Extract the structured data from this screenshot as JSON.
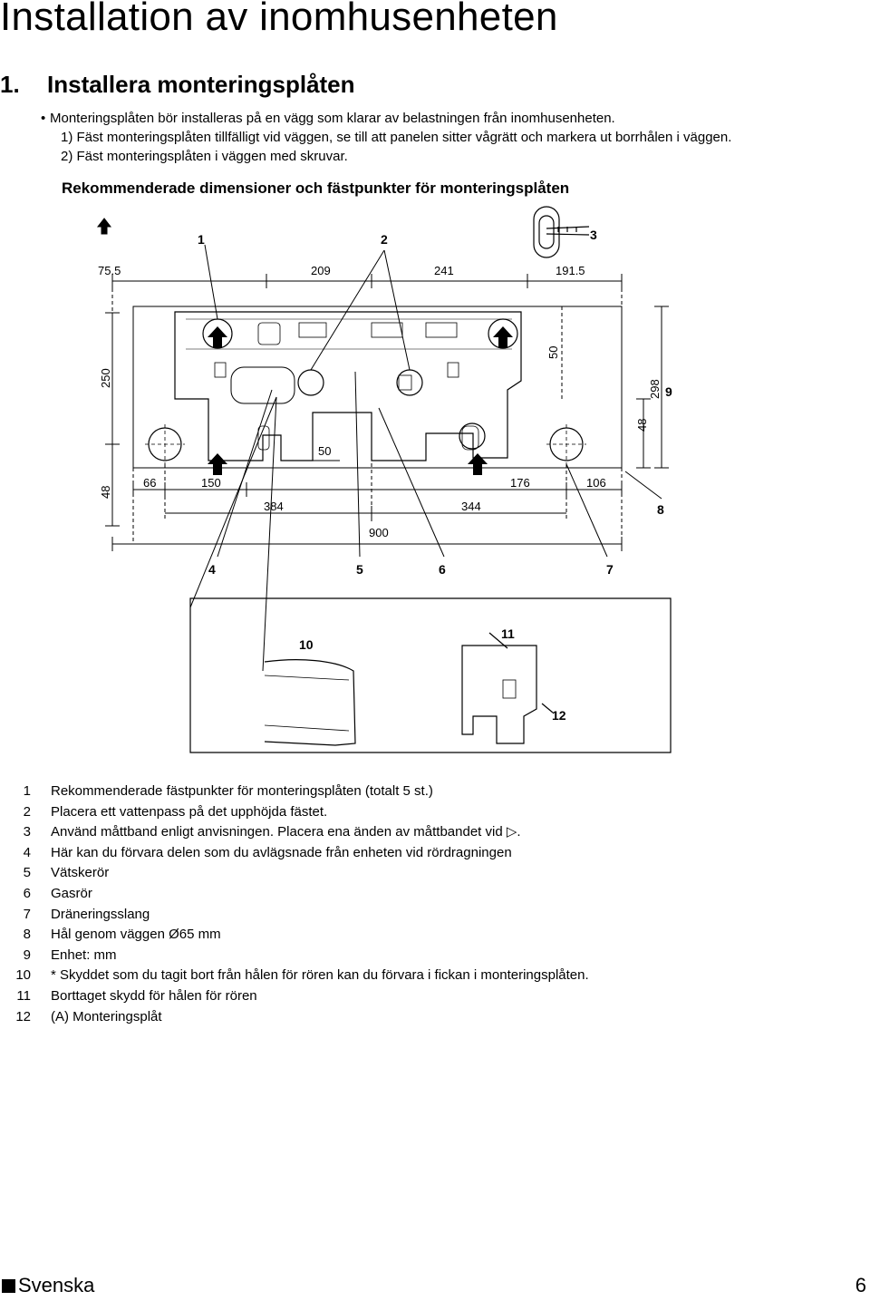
{
  "title": "Installation av inomhusenheten",
  "section": {
    "number": "1.",
    "title": "Installera monteringsplåten"
  },
  "intro": {
    "bullet": "Monteringsplåten bör installeras på en vägg som klarar av belastningen från inomhusenheten.",
    "step1": "1) Fäst monteringsplåten tillfälligt vid väggen, se till att panelen sitter vågrätt och markera ut borrhålen i väggen.",
    "step2": "2) Fäst monteringsplåten i väggen med skruvar."
  },
  "figure_title": "Rekommenderade dimensioner och fästpunkter för monteringsplåten",
  "dimensions": {
    "top_left": "75.5",
    "top_209": "209",
    "top_241": "241",
    "top_191": "191.5",
    "left_250": "250",
    "left_48": "48",
    "right_50": "50",
    "right_298": "298",
    "right_48": "48",
    "inner_50": "50",
    "b66": "66",
    "b150": "150",
    "b384": "384",
    "b344": "344",
    "b176": "176",
    "b106": "106",
    "b900": "900"
  },
  "callouts": {
    "c1": "1",
    "c2": "2",
    "c3": "3",
    "c4": "4",
    "c5": "5",
    "c6": "6",
    "c7": "7",
    "c8": "8",
    "c9": "9",
    "c10": "10",
    "c11": "11",
    "c12": "12"
  },
  "legend": [
    {
      "n": "1",
      "text": "Rekommenderade fästpunkter för monteringsplåten (totalt 5 st.)"
    },
    {
      "n": "2",
      "text": "Placera ett vattenpass på det upphöjda fästet."
    },
    {
      "n": "3",
      "text": "Använd måttband enligt anvisningen. Placera ena änden av måttbandet vid ▷."
    },
    {
      "n": "4",
      "text": "Här kan du förvara delen som du avlägsnade från enheten vid rördragningen"
    },
    {
      "n": "5",
      "text": "Vätskerör"
    },
    {
      "n": "6",
      "text": "Gasrör"
    },
    {
      "n": "7",
      "text": "Dräneringsslang"
    },
    {
      "n": "8",
      "text": "Hål genom väggen Ø65 mm"
    },
    {
      "n": "9",
      "text": "Enhet: mm"
    },
    {
      "n": "10",
      "text": "* Skyddet som du tagit bort från hålen för rören kan du förvara i fickan i monteringsplåten."
    },
    {
      "n": "11",
      "text": "Borttaget skydd för hålen för rören"
    },
    {
      "n": "12",
      "text": "(A) Monteringsplåt"
    }
  ],
  "footer": {
    "language": "Svenska",
    "page": "6"
  }
}
